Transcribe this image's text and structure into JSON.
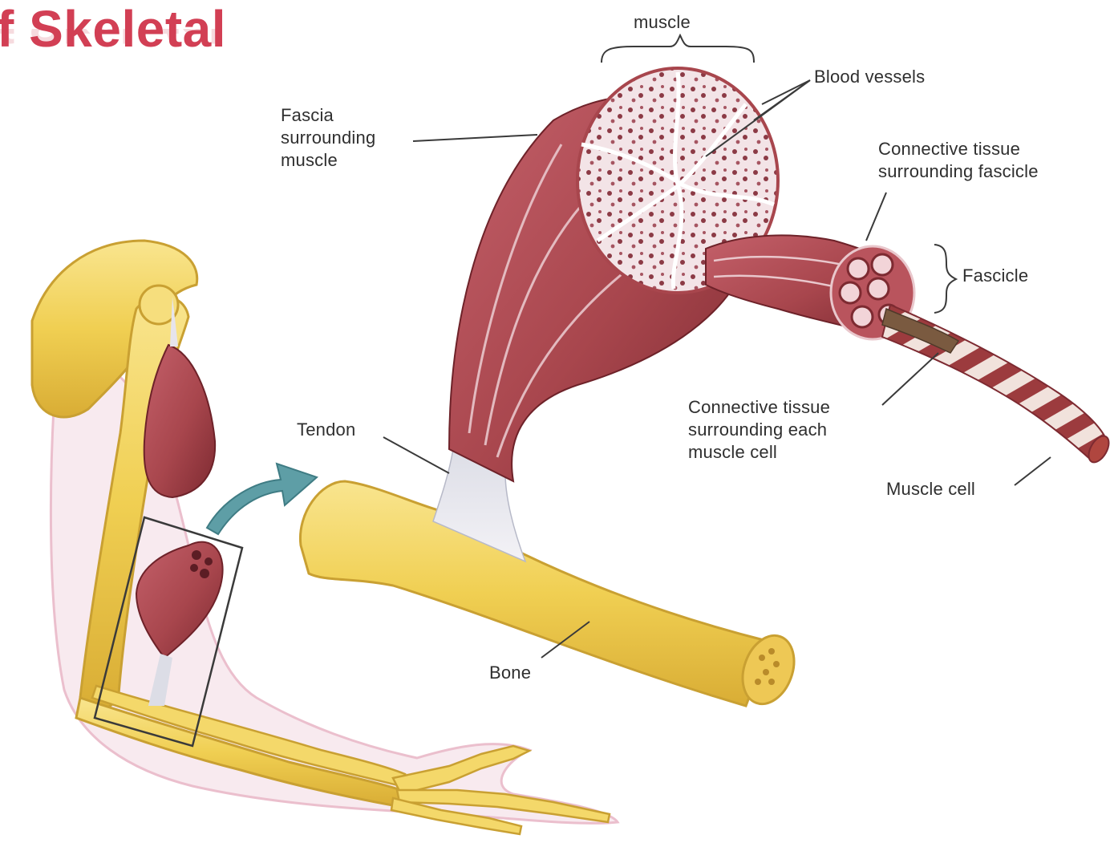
{
  "title": "f Skeletal",
  "labels": {
    "muscle": "muscle",
    "blood_vessels": "Blood vessels",
    "fascia": "Fascia\nsurrounding\nmuscle",
    "connective_fascicle": "Connective tissue\nsurrounding fascicle",
    "fascicle": "Fascicle",
    "tendon": "Tendon",
    "connective_cell": "Connective tissue\nsurrounding each\nmuscle cell",
    "muscle_cell": "Muscle cell",
    "bone": "Bone"
  },
  "colors": {
    "muscle": "#a8464d",
    "muscle_dark": "#7d2a31",
    "bone": "#f2d35c",
    "bone_dark": "#c9a032",
    "skin": "#f4dbe4",
    "arrow": "#5e9ea6",
    "title": "#d23f54"
  }
}
